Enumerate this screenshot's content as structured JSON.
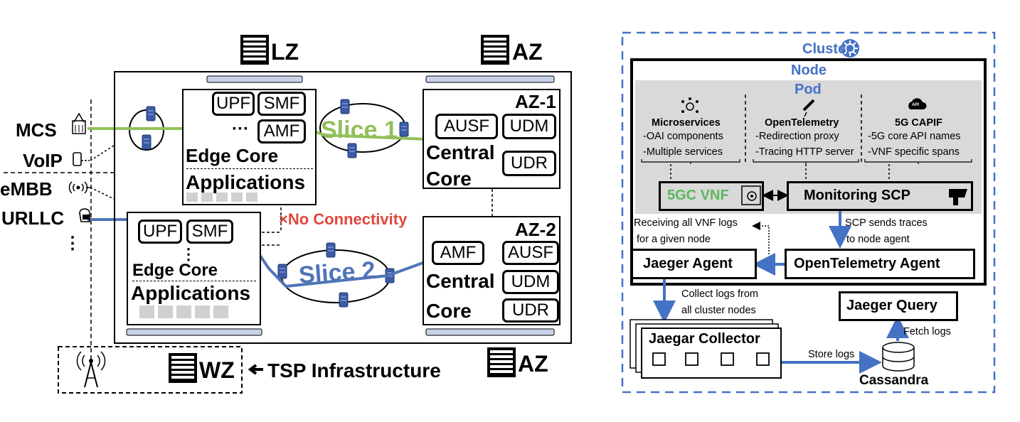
{
  "left": {
    "zones": {
      "lz": "LZ",
      "az_top": "AZ",
      "az_bottom": "AZ",
      "wz": "WZ"
    },
    "tsp": "TSP Infrastructure",
    "users": [
      "MCS",
      "VoIP",
      "eMBB",
      "URLLC",
      "⋮"
    ],
    "edge1": {
      "nfs": [
        "UPF",
        "SMF",
        "AMF"
      ],
      "dots": "···",
      "label": "Edge Core",
      "apps": "Applications"
    },
    "edge2": {
      "nfs": [
        "UPF",
        "SMF"
      ],
      "dots": "⋮",
      "label": "Edge Core",
      "apps": "Applications"
    },
    "az1": {
      "title": "AZ-1",
      "nfs": [
        "AUSF",
        "UDM",
        "UDR"
      ],
      "label1": "Central",
      "label2": "Core"
    },
    "az2": {
      "title": "AZ-2",
      "nfs": [
        "AMF",
        "AUSF",
        "UDM",
        "UDR"
      ],
      "label1": "Central",
      "label2": "Core"
    },
    "slice1": "Slice 1",
    "slice2": "Slice 2",
    "no_conn": "No Connectivity",
    "no_conn_mark": "×",
    "colors": {
      "slice1": "#92c05a",
      "slice2": "#4f74b8",
      "no_conn": "#e0473c"
    }
  },
  "right": {
    "cluster": "Cluster",
    "node": "Node",
    "pod": "Pod",
    "cols": [
      {
        "title": "Microservices",
        "l1": "-OAI components",
        "l2": "-Multiple services"
      },
      {
        "title": "OpenTelemetry",
        "l1": "-Redirection proxy",
        "l2": "-Tracing HTTP server"
      },
      {
        "title": "5G CAPIF",
        "l1": "-5G core API names",
        "l2": "-VNF specific spans"
      }
    ],
    "vnf": "5GC VNF",
    "scp": "Monitoring SCP",
    "recv1": "Receiving all VNF logs",
    "recv2": "for a given node",
    "scp_tr1": "SCP sends traces",
    "scp_tr2": "to node agent",
    "jagent": "Jaeger Agent",
    "otagent": "OpenTelemetry Agent",
    "collect1": "Collect logs from",
    "collect2": "all cluster nodes",
    "jquery": "Jaeger Query",
    "fetch": "Fetch logs",
    "collector": "Jaegar Collector",
    "store": "Store logs",
    "cassandra": "Cassandra",
    "api_badge": "API",
    "colors": {
      "accent": "#4472c4",
      "vnf_green": "#5cb85c",
      "pod_gray": "#d9d9d9"
    }
  }
}
